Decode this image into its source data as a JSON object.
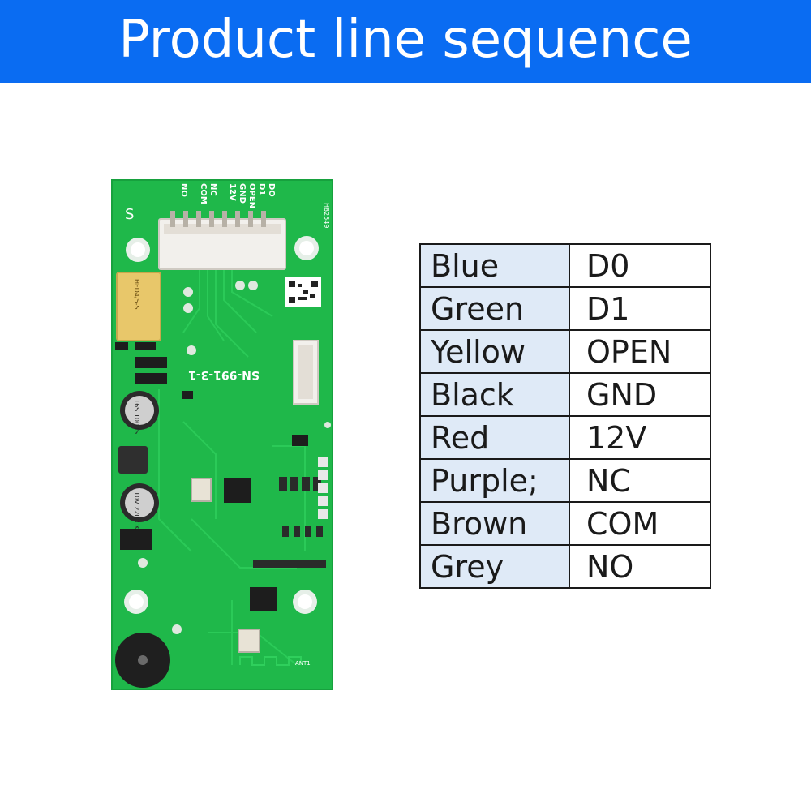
{
  "header": {
    "title": "Product line sequence",
    "background": "#0a6cf2"
  },
  "board": {
    "pin_labels": [
      "DO",
      "D1",
      "OPEN",
      "GND",
      "12V",
      "NC",
      "COM",
      "NO"
    ],
    "model_marking": "SN-991-3-1",
    "code_marking": "H82549",
    "relay_marking": "HFD4/5-S",
    "capacitor_top_marking": "16S 100 IS",
    "capacitor_bottom_marking": "10V 220 CK",
    "antenna_marking": "ANT1",
    "pcb_color": "#1fb84a"
  },
  "wiring_table": {
    "rows": [
      {
        "color": "Blue",
        "pin": "D0"
      },
      {
        "color": "Green",
        "pin": "D1"
      },
      {
        "color": "Yellow",
        "pin": "OPEN"
      },
      {
        "color": "Black",
        "pin": "GND"
      },
      {
        "color": "Red",
        "pin": "12V"
      },
      {
        "color": "Purple;",
        "pin": "NC"
      },
      {
        "color": "Brown",
        "pin": "COM"
      },
      {
        "color": "Grey",
        "pin": "NO"
      }
    ]
  }
}
